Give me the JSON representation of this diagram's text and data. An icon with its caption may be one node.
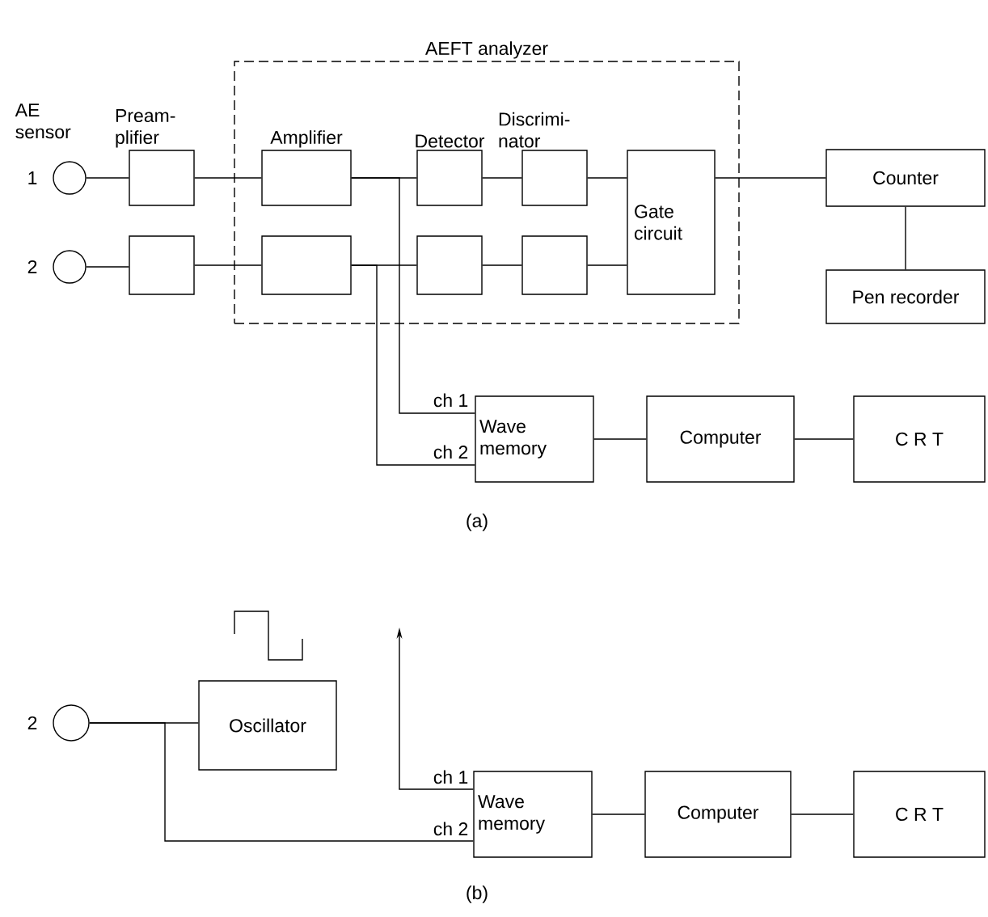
{
  "diagram": {
    "nodes": [
      {
        "text": [
          "AEFT analyzer"
        ]
      },
      {
        "text": [],
        "shape": "circle",
        "beside": [
          "AE sensor",
          "1"
        ]
      },
      {
        "text": [
          "Pream- plifier"
        ]
      },
      {
        "text": [
          "Amplifier"
        ],
        "in": 0
      },
      {
        "text": [
          "Detector"
        ],
        "in": 0
      },
      {
        "text": [
          "Discrimi- nator"
        ],
        "in": 0
      },
      {
        "text": [
          "Gate circuit"
        ],
        "in": 0
      },
      {
        "text": [
          "Counter"
        ]
      },
      {
        "text": [],
        "shape": "circle",
        "beside": [
          "2"
        ]
      },
      {
        "text": [],
        "shape": "box"
      },
      {
        "text": [],
        "shape": "box",
        "in": 0
      },
      {
        "text": [],
        "shape": "box",
        "in": 0
      },
      {
        "text": [],
        "shape": "box",
        "in": 0
      },
      {
        "text": [
          "Pen recorder"
        ]
      },
      {
        "text": [
          "Wave memory"
        ]
      },
      {
        "text": [
          "Computer"
        ]
      },
      {
        "text": [
          "C R T"
        ]
      },
      {
        "text": [],
        "shape": "circle",
        "beside": [
          "2"
        ]
      },
      {
        "text": [
          "Oscillator"
        ]
      },
      {
        "text": [
          "Wave memory"
        ]
      },
      {
        "text": [
          "Computer"
        ]
      },
      {
        "text": [
          "C R T"
        ]
      }
    ],
    "edges": [
      {
        "from": 1,
        "to": 2,
        "arrow": "none"
      },
      {
        "from": 2,
        "to": 3,
        "arrow": "none"
      },
      {
        "from": 3,
        "to": 4,
        "arrow": "none"
      },
      {
        "from": 4,
        "to": 5,
        "arrow": "none"
      },
      {
        "from": 5,
        "to": 6,
        "arrow": "none"
      },
      {
        "from": 8,
        "to": 9,
        "arrow": "none"
      },
      {
        "from": 9,
        "to": 10,
        "arrow": "none"
      },
      {
        "from": 10,
        "to": 11,
        "arrow": "none"
      },
      {
        "from": 11,
        "to": 12,
        "arrow": "none"
      },
      {
        "from": 12,
        "to": 6,
        "arrow": "none"
      },
      {
        "from": 6,
        "to": 7,
        "arrow": "none"
      },
      {
        "from": 7,
        "to": 13,
        "arrow": "none"
      },
      {
        "from": 3,
        "to": 14,
        "arrow": "none",
        "label": "ch 1"
      },
      {
        "from": 10,
        "to": 14,
        "arrow": "none",
        "label": "ch 2"
      },
      {
        "from": 14,
        "to": 15,
        "arrow": "none"
      },
      {
        "from": 15,
        "to": 16,
        "arrow": "none"
      },
      {
        "from": 17,
        "to": 18,
        "arrow": "none"
      },
      {
        "from": 17,
        "to": 19,
        "arrow": "none",
        "label": "ch 2"
      },
      {
        "from": 19,
        "to": null,
        "arrow": "to",
        "label": "ch 1"
      },
      {
        "from": 19,
        "to": 20,
        "arrow": "none"
      },
      {
        "from": 20,
        "to": 21,
        "arrow": "none"
      }
    ],
    "labels": [
      "(a)",
      "(b)"
    ]
  }
}
